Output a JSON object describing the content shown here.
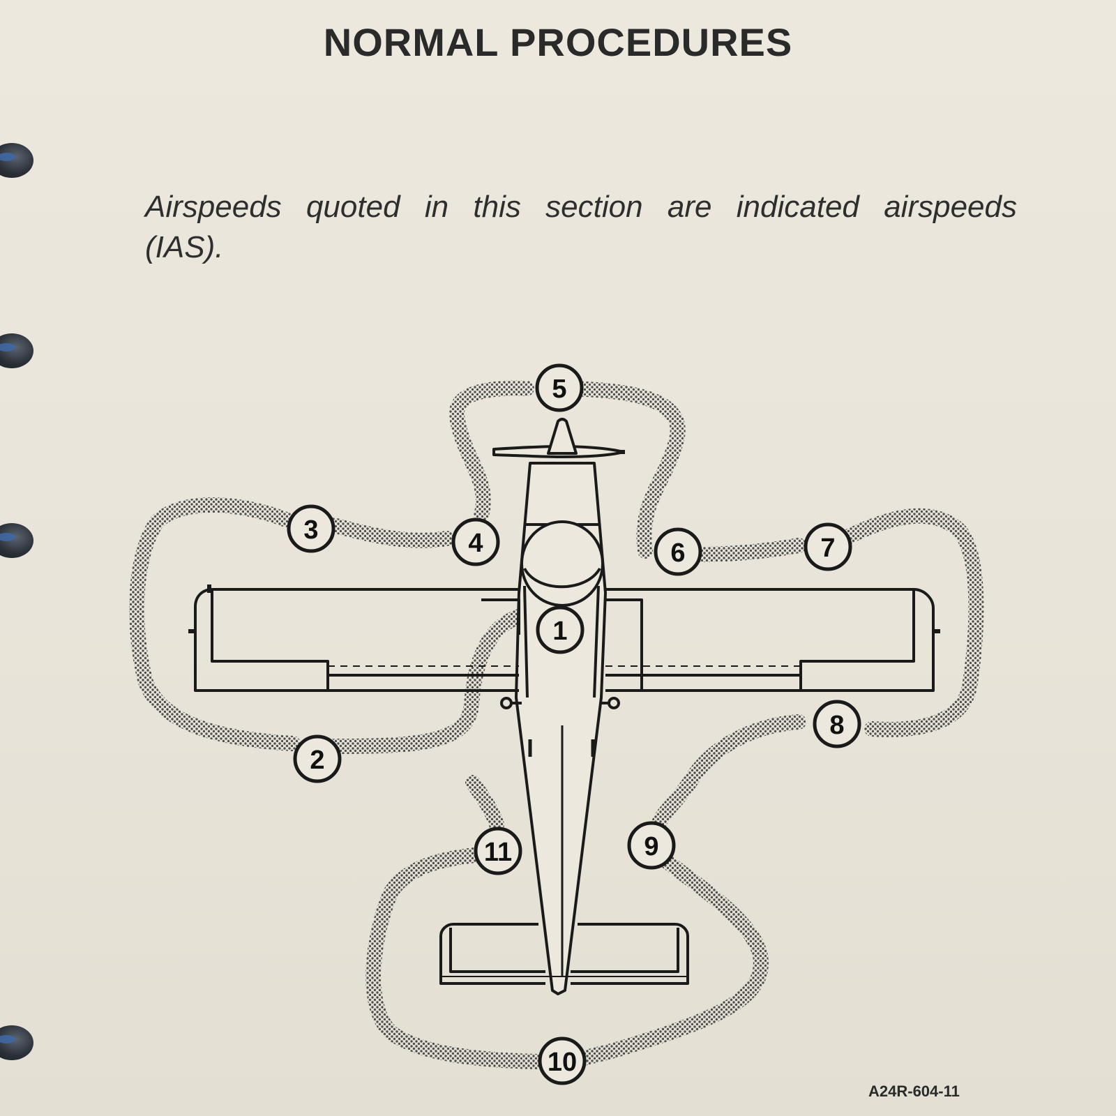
{
  "page": {
    "title": "NORMAL PROCEDURES",
    "note": "Airspeeds quoted in this section are indicated airspeeds (IAS).",
    "figure_id": "A24R-604-11"
  },
  "diagram": {
    "stations": [
      {
        "label": "1"
      },
      {
        "label": "2"
      },
      {
        "label": "3"
      },
      {
        "label": "4"
      },
      {
        "label": "5"
      },
      {
        "label": "6"
      },
      {
        "label": "7"
      },
      {
        "label": "8"
      },
      {
        "label": "9"
      },
      {
        "label": "10"
      },
      {
        "label": "11"
      }
    ]
  },
  "colors": {
    "ink": "#1a1a1a",
    "paper": "#ece8de",
    "binder_ring": "#2b3038",
    "path_shade": "#5a5a5a"
  }
}
